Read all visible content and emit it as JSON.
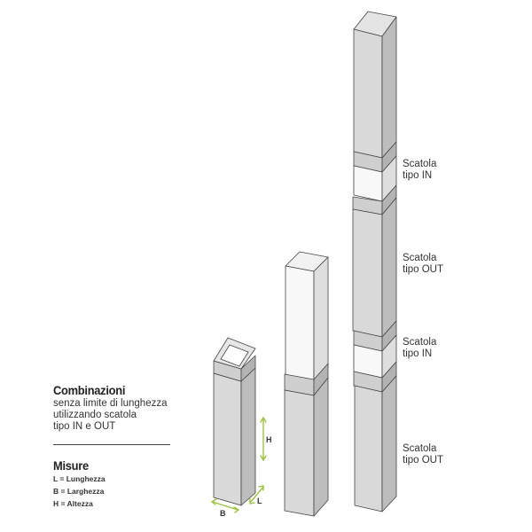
{
  "combinazioni": {
    "title": "Combinazioni",
    "lines": [
      "senza limite di lunghezza",
      "utilizzando scatola",
      "tipo IN e OUT"
    ]
  },
  "misure": {
    "title": "Misure",
    "lines": [
      "L = Lunghezza",
      "B = Larghezza",
      "H = Altezza"
    ]
  },
  "dimension_labels": {
    "h": "H",
    "l": "L",
    "b": "B"
  },
  "segment_labels": [
    [
      "Scatola",
      "tipo IN"
    ],
    [
      "Scatola",
      "tipo OUT"
    ],
    [
      "Scatola",
      "tipo IN"
    ],
    [
      "Scatola",
      "tipo OUT"
    ]
  ],
  "colors": {
    "out_box": "#d9d9d9",
    "out_side": "#bdbdbd",
    "in_box": "#f7f7f7",
    "in_side": "#dedede",
    "outline": "#444444",
    "dimension_arrow": "#9bc43a"
  }
}
